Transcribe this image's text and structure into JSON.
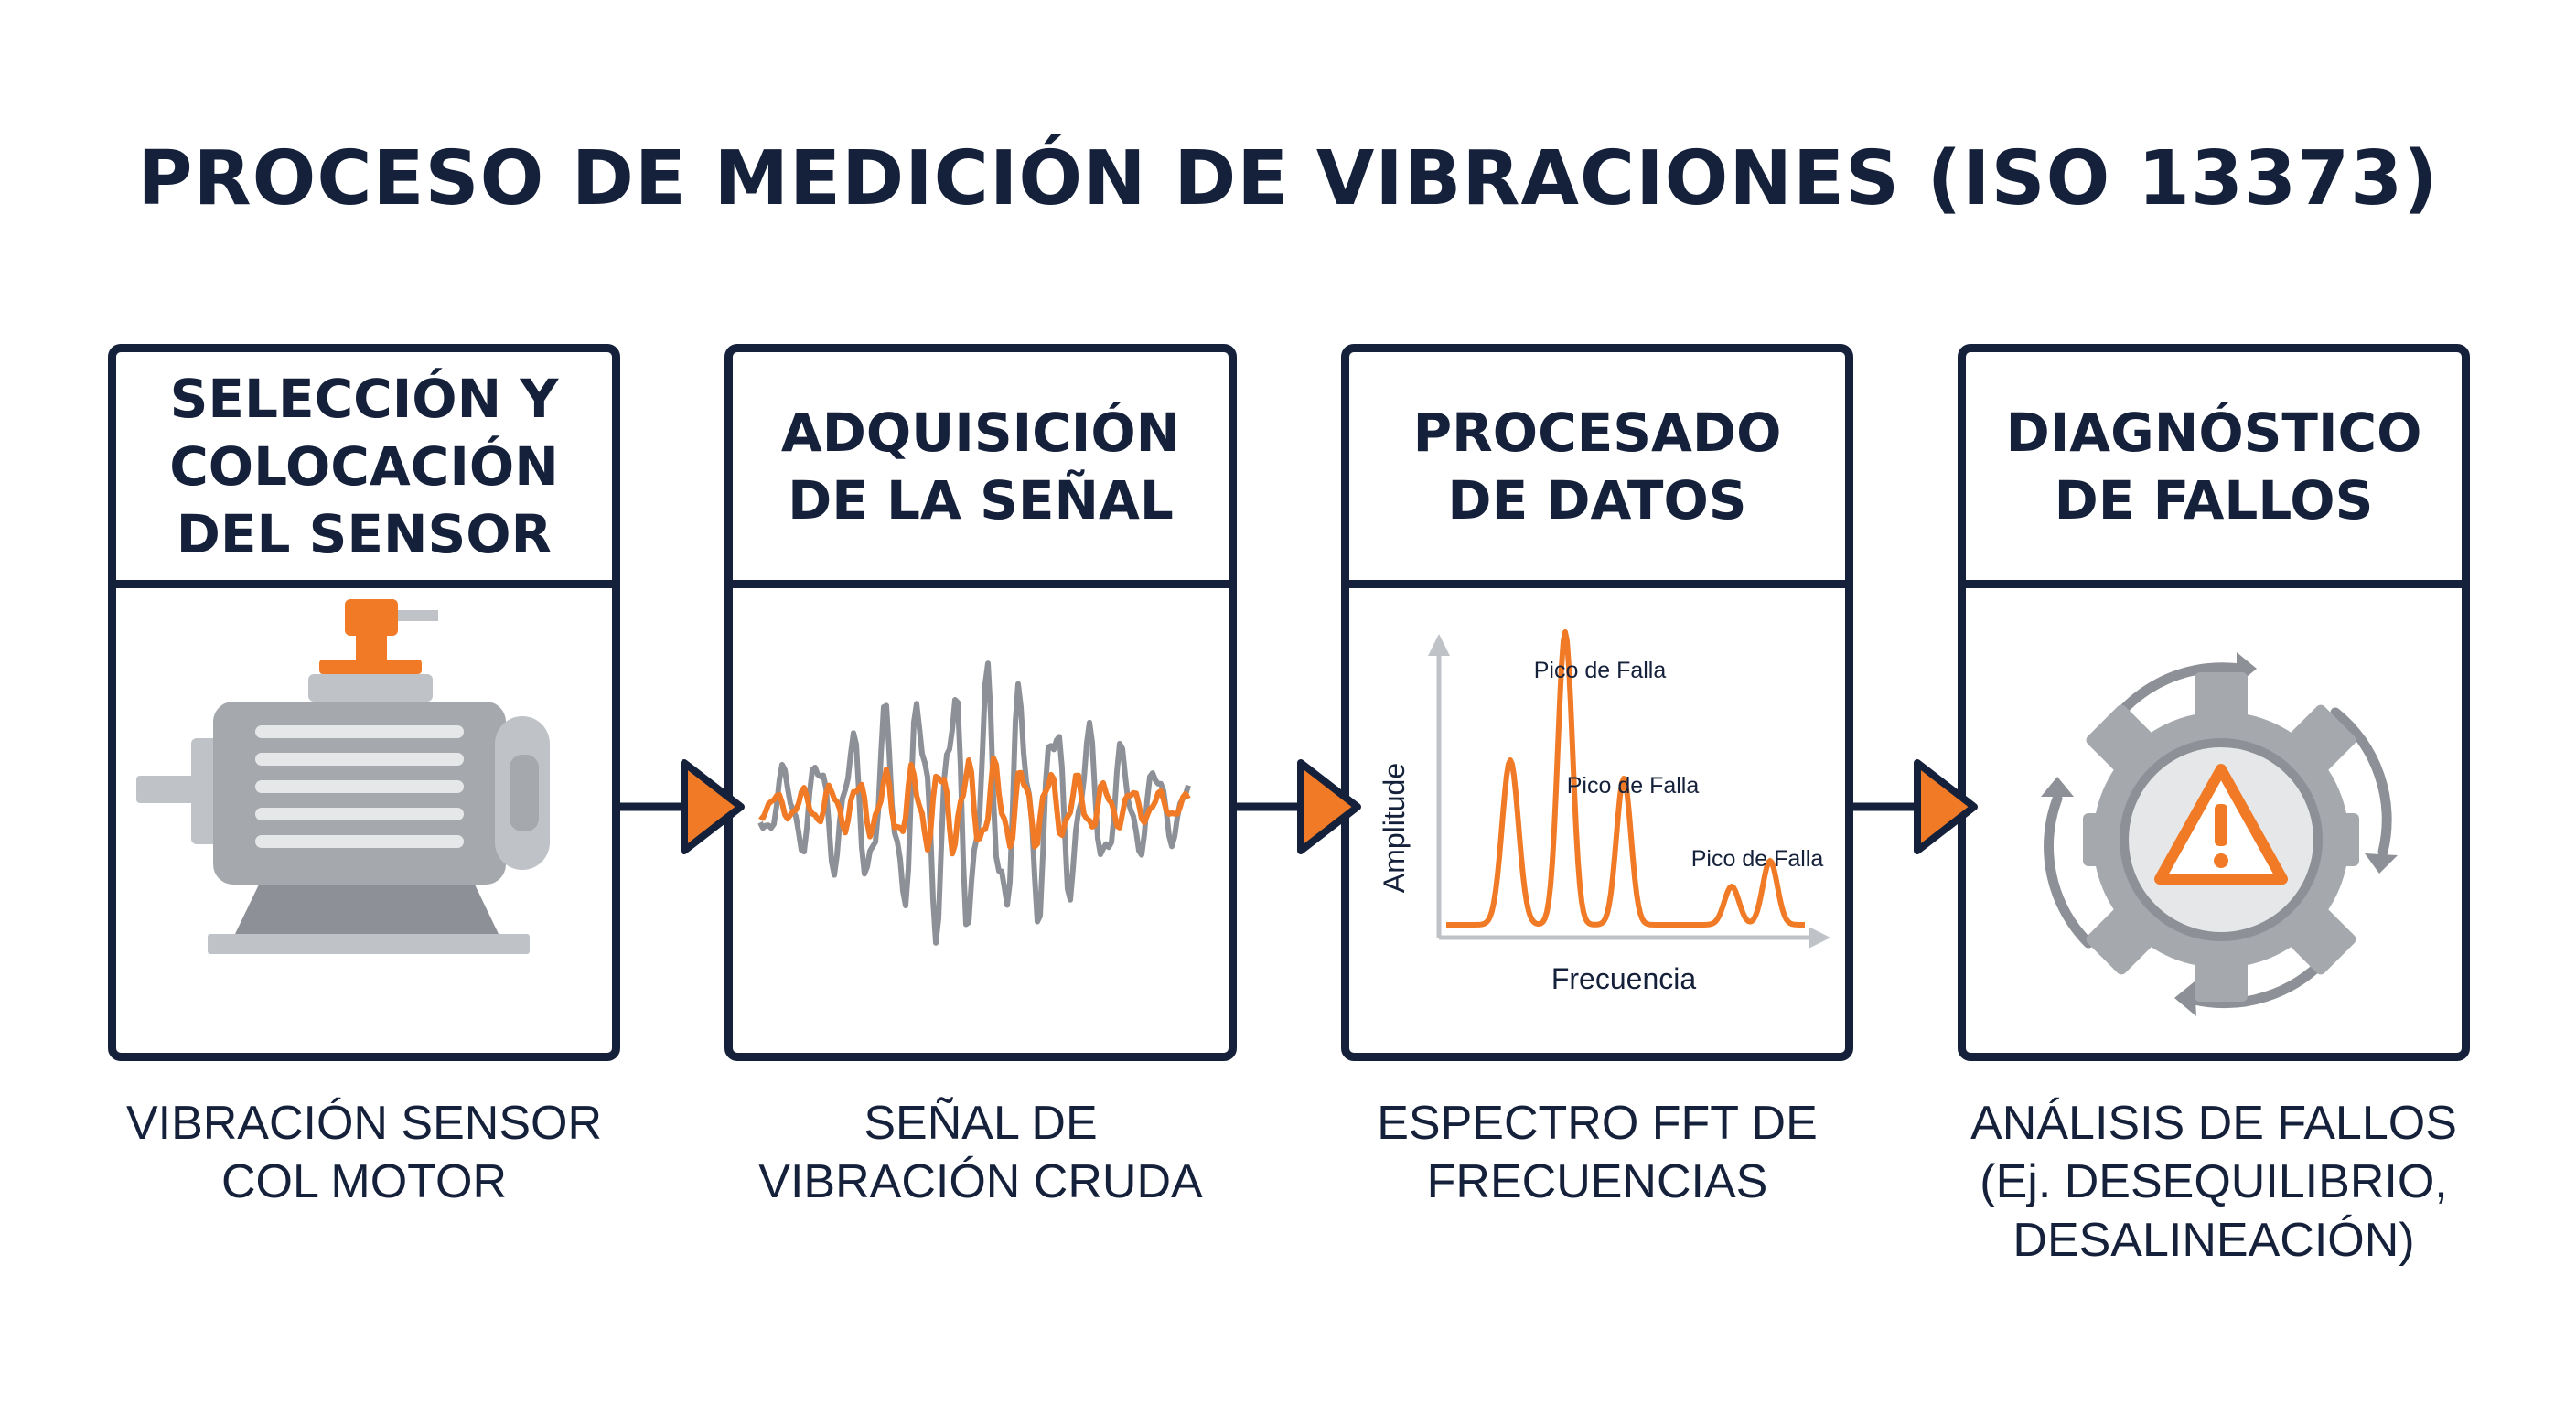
{
  "title": "PROCESO DE MEDICIÓN DE VIBRACIONES (ISO 13373)",
  "colors": {
    "navy": "#15213a",
    "orange": "#f07a26",
    "gray": "#8d9096",
    "light_gray": "#bfc2c7"
  },
  "steps": [
    {
      "title": "SELECCIÓN Y\nCOLOCACIÓN\nDEL SENSOR",
      "caption": "VIBRACIÓN SENSOR\nCOL MOTOR",
      "icon": "motor-with-sensor-icon"
    },
    {
      "title": "ADQUISICIÓN\nDE LA SEÑAL",
      "caption": "SEÑAL DE\nVIBRACIÓN CRUDA",
      "icon": "raw-waveform-icon"
    },
    {
      "title": "PROCESADO\nDE DATOS",
      "caption": "ESPECTRO FFT DE\nFRECUENCIAS",
      "icon": "fft-spectrum-icon",
      "spectrum": {
        "xlabel": "Frecuencia",
        "ylabel": "Amplitude",
        "peak_labels": [
          "Pico de Falla",
          "Pico de Falla",
          "Pico de Falla"
        ]
      }
    },
    {
      "title": "DIAGNÓSTICO\nDE FALLOS",
      "caption": "ANÁLISIS DE FALLOS\n(Ej. DESEQUILIBRIO,\nDESALINEACIÓN)",
      "icon": "gear-warning-icon"
    }
  ]
}
